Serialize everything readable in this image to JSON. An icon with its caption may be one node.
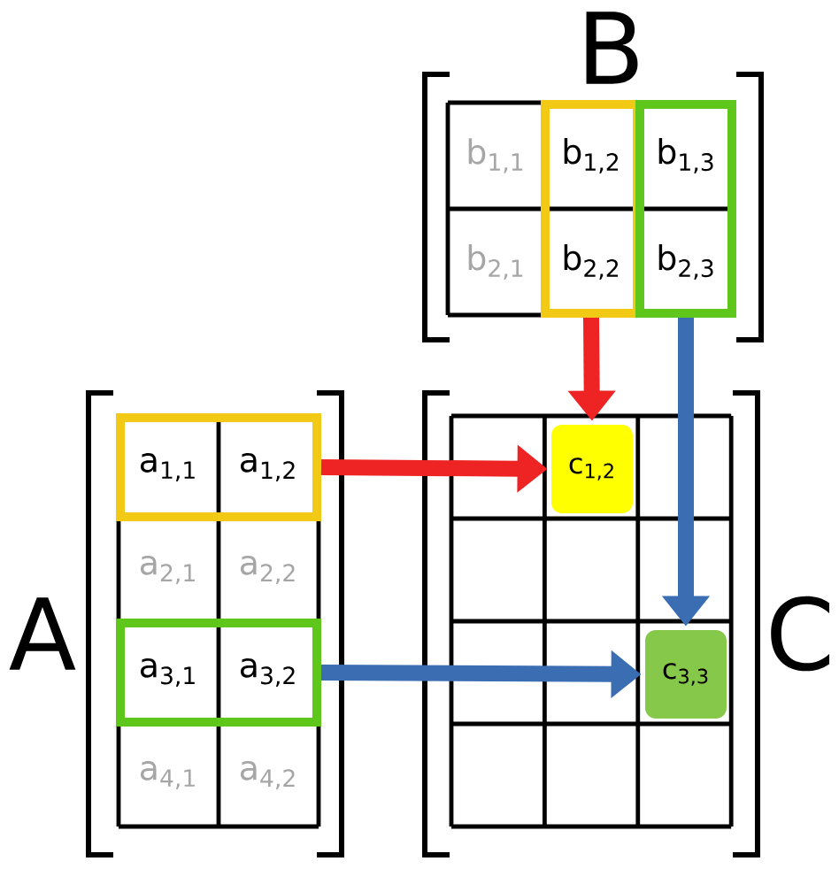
{
  "diagram": {
    "nodes": [
      {
        "text": [
          "a$_{1,1}$",
          "a$_{1,2}$"
        ]
      },
      {
        "text": [
          "a$_{3,1}$",
          "a$_{3,2}$"
        ]
      },
      {
        "text": [
          "b$_{1,2}$",
          "b$_{2,2}$"
        ]
      },
      {
        "text": [
          "b$_{1,3}$",
          "b$_{2,3}$"
        ]
      },
      {
        "text": [
          "c$_{1,2}$"
        ]
      },
      {
        "text": [
          "c$_{3,3}$"
        ]
      }
    ],
    "edges": [
      {
        "from": 0,
        "to": 4,
        "arrow": "to",
        "color": "#ee2424"
      },
      {
        "from": 2,
        "to": 4,
        "arrow": "to",
        "color": "#ee2424"
      },
      {
        "from": 1,
        "to": 5,
        "arrow": "to",
        "color": "#3b6db3"
      },
      {
        "from": 3,
        "to": 5,
        "arrow": "to",
        "color": "#3b6db3"
      }
    ],
    "labels": [
      "B",
      "b$_{1,1}$",
      "b$_{2,1}$",
      "A",
      "a$_{2,1}$",
      "a$_{2,2}$",
      "a$_{4,1}$",
      "a$_{4,2}$",
      "C"
    ]
  }
}
